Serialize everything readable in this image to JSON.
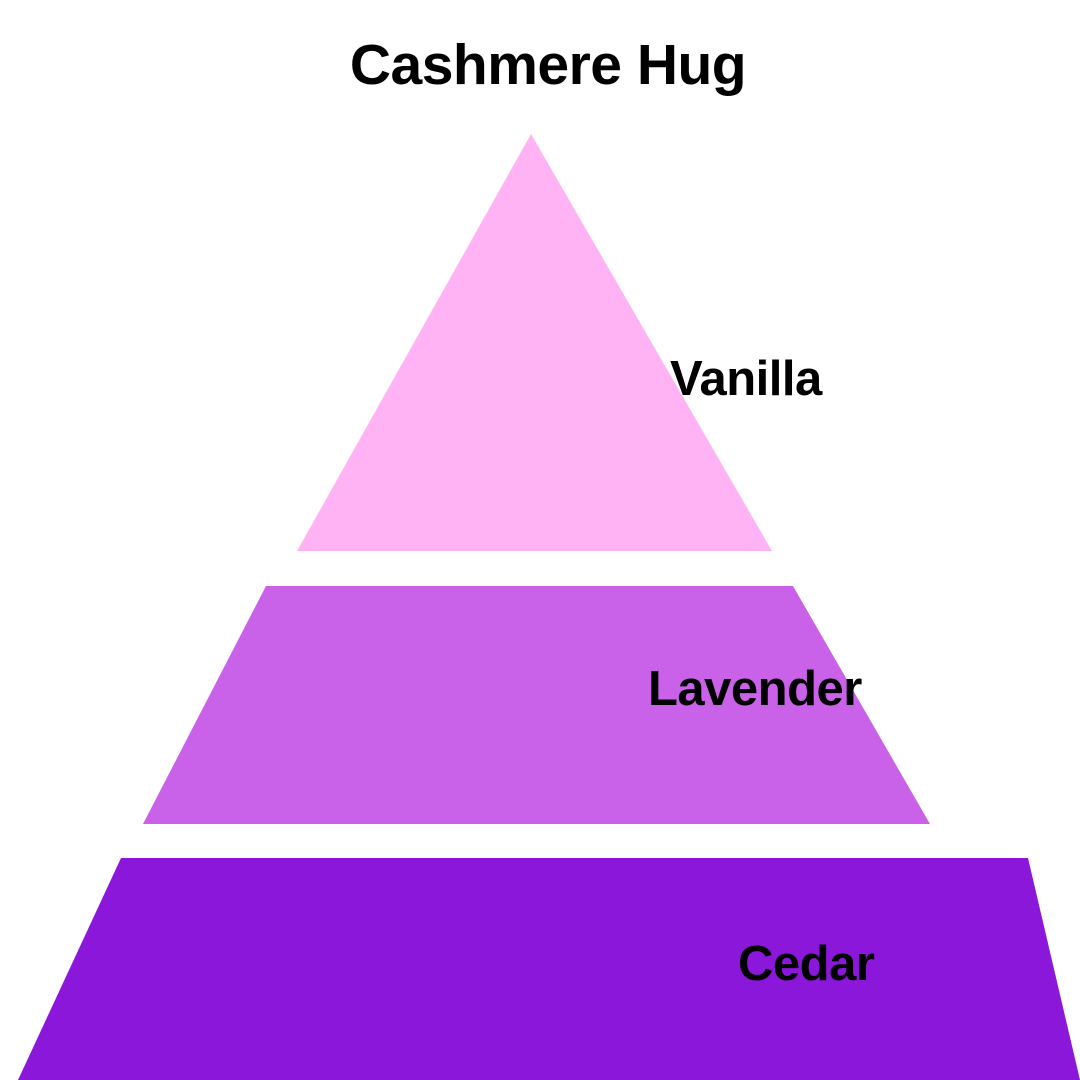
{
  "chart_data": {
    "type": "pie",
    "subtype": "pyramid",
    "title": "Cashmere Hug",
    "xlabel": "",
    "ylabel": "",
    "orientation": "apex-up",
    "legend_position": "none",
    "grid": false,
    "background_color": "#FFFFFF",
    "title_color": "#000000",
    "label_color": "#000000",
    "categories": [
      "Vanilla",
      "Lavender",
      "Cedar"
    ],
    "values": [
      1,
      2,
      3
    ],
    "levels": [
      {
        "index": 0,
        "label": "Vanilla",
        "color": "#FFB3F5",
        "position": "top",
        "shape": "triangle"
      },
      {
        "index": 1,
        "label": "Lavender",
        "color": "#C962E8",
        "position": "middle",
        "shape": "trapezoid"
      },
      {
        "index": 2,
        "label": "Cedar",
        "color": "#8A17D9",
        "position": "bottom",
        "shape": "trapezoid"
      }
    ],
    "geometry": {
      "apex": [
        531,
        134
      ],
      "top_base_left": [
        297,
        551
      ],
      "top_base_right": [
        772,
        551
      ],
      "mid_top_left": [
        266,
        586
      ],
      "mid_top_right": [
        793,
        586
      ],
      "mid_bottom_left": [
        143,
        824
      ],
      "mid_bottom_right": [
        930,
        824
      ],
      "bottom_top_left": [
        121,
        858
      ],
      "bottom_top_right": [
        1028,
        858
      ],
      "bottom_base_left": [
        18,
        1080
      ],
      "bottom_base_right": [
        1080,
        1080
      ]
    }
  },
  "figure": {
    "title": "Cashmere Hug",
    "labels": {
      "top": "Vanilla",
      "middle": "Lavender",
      "bottom": "Cedar"
    },
    "colors": {
      "top": "#FFB3F5",
      "middle": "#C962E8",
      "bottom": "#8A17D9",
      "background": "#FFFFFF",
      "text": "#000000"
    }
  }
}
